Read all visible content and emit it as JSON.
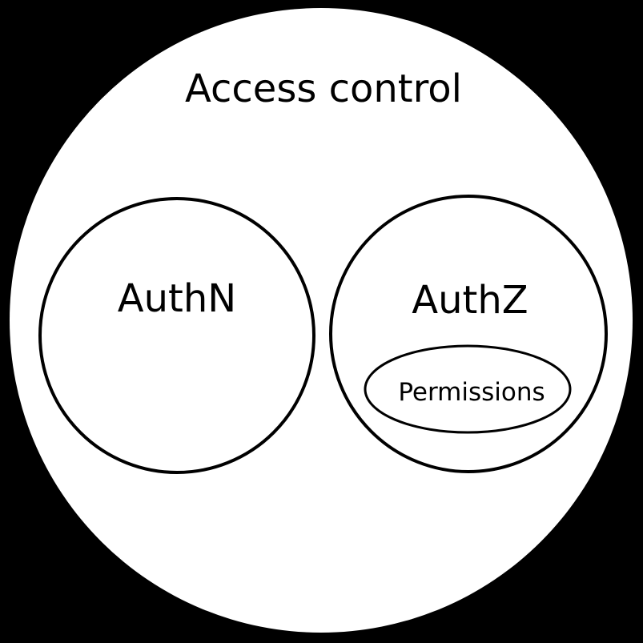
{
  "diagram": {
    "kind": "euler-diagram",
    "title": "Access control",
    "sets": [
      {
        "label": "AuthN",
        "children": []
      },
      {
        "label": "AuthZ",
        "children": [
          {
            "label": "Permissions"
          }
        ]
      }
    ]
  },
  "colors": {
    "background": "#000000",
    "shape_fill": "#ffffff",
    "shape_stroke": "#000000",
    "text": "#000000"
  }
}
